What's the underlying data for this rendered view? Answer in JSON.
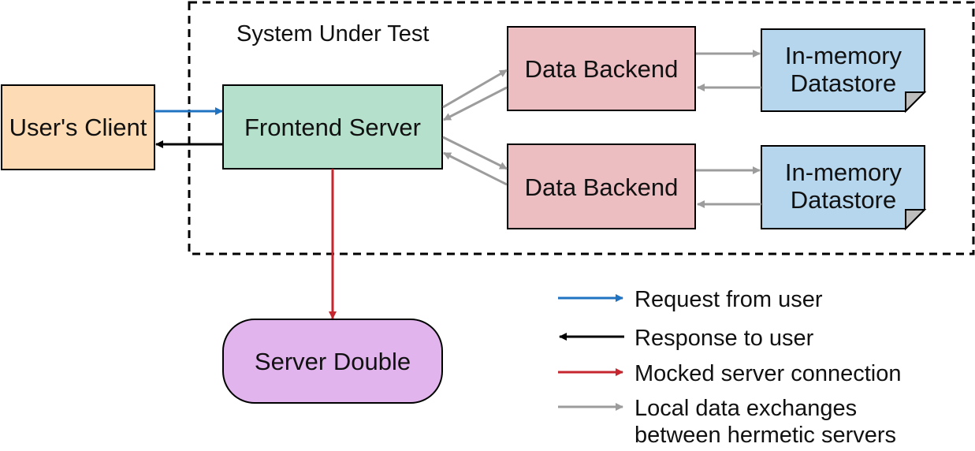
{
  "diagram": {
    "boundary_label": "System Under Test",
    "nodes": {
      "users_client": "User's Client",
      "frontend_server": "Frontend Server",
      "data_backend_1": "Data Backend",
      "data_backend_2": "Data Backend",
      "datastore_1": {
        "line1": "In-memory",
        "line2": "Datastore"
      },
      "datastore_2": {
        "line1": "In-memory",
        "line2": "Datastore"
      },
      "server_double": "Server Double"
    }
  },
  "legend": {
    "request": "Request from user",
    "response": "Response to user",
    "mocked": "Mocked server connection",
    "local_line1": "Local data exchanges",
    "local_line2": "between hermetic servers"
  },
  "colors": {
    "client_fill": "#fddcb5",
    "frontend_fill": "#b5e1cc",
    "backend_fill": "#ecbdc1",
    "datastore_fill": "#b6d6ee",
    "datastore_fold": "#bdbdbd",
    "double_fill": "#e2b4ee",
    "request_arrow": "#1f73c0",
    "response_arrow": "#000000",
    "mocked_arrow": "#c6262e",
    "local_arrow": "#9c9c9c"
  }
}
